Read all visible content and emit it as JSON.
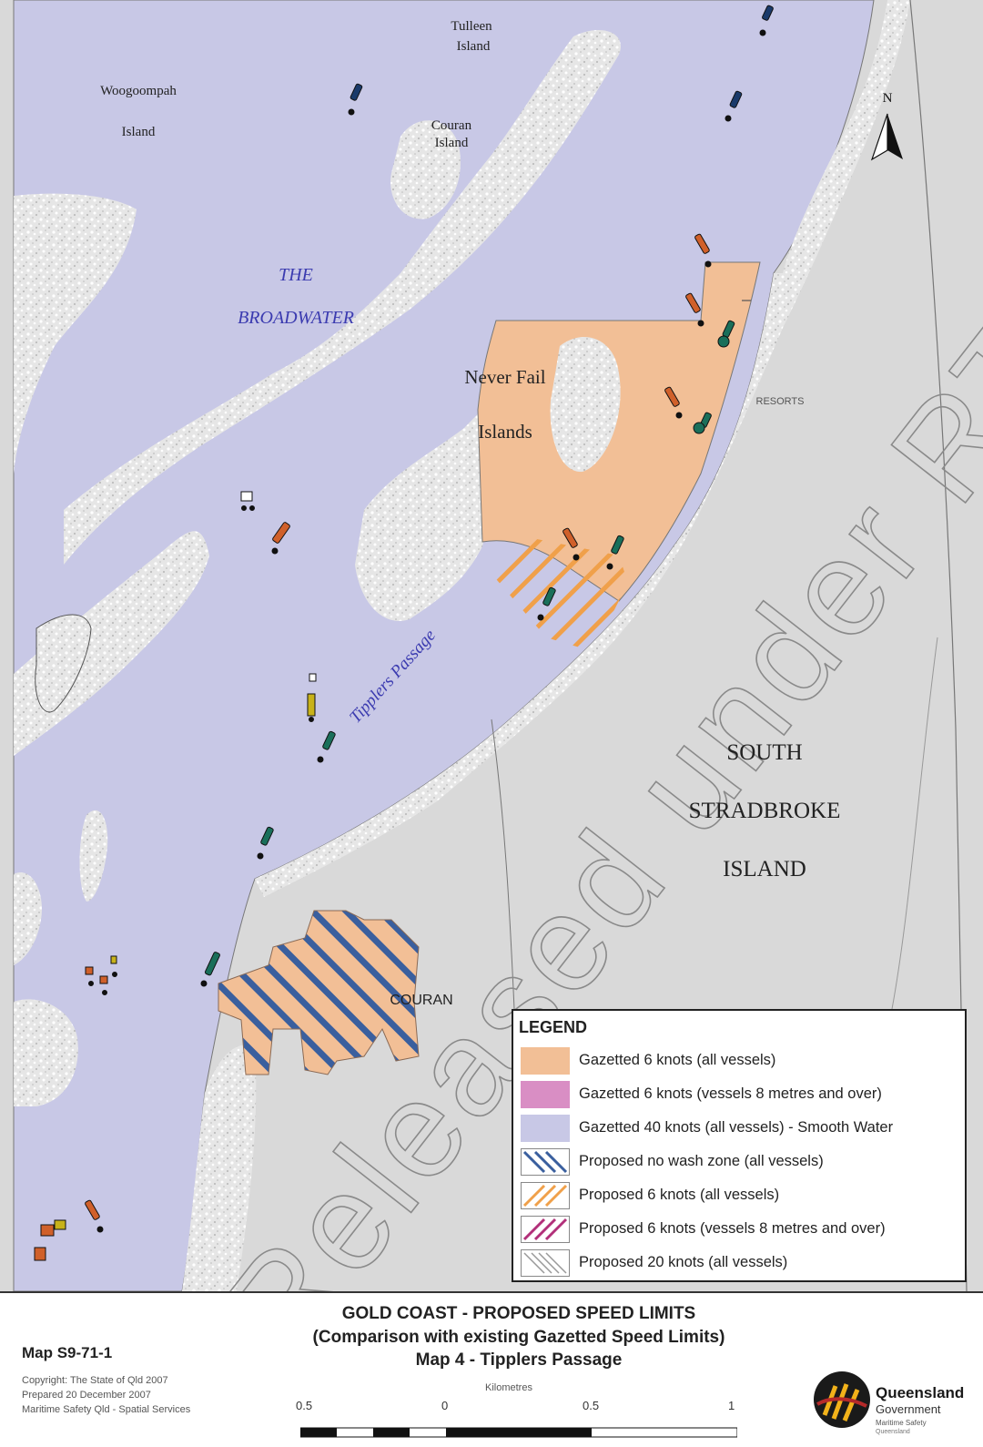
{
  "labels": {
    "tulleen_island": [
      "Tulleen",
      "Island"
    ],
    "woogoompah_island": [
      "Woogoompah",
      "Island"
    ],
    "couran_island": [
      "Couran",
      "Island"
    ],
    "the_broadwater": [
      "THE",
      "BROADWATER"
    ],
    "never_fail_islands": [
      "Never Fail",
      "Islands"
    ],
    "resorts": "RESORTS",
    "tipplers_passage": "Tipplers Passage",
    "south_stradbroke_island": [
      "SOUTH",
      "STRADBROKE",
      "ISLAND"
    ],
    "couran": "COURAN",
    "north": "N",
    "watermark": "Released under RTI - DTMR"
  },
  "legend": {
    "title": "LEGEND",
    "items": [
      {
        "label": "Gazetted 6 knots (all vessels)",
        "swatch": "fill-orange"
      },
      {
        "label": "Gazetted 6 knots (vessels 8 metres and over)",
        "swatch": "fill-pink"
      },
      {
        "label": "Gazetted 40 knots (all vessels) - Smooth Water",
        "swatch": "fill-lavender"
      },
      {
        "label": "Proposed no wash zone (all vessels)",
        "swatch": "hatch-blue"
      },
      {
        "label": "Proposed 6 knots (all vessels)",
        "swatch": "hatch-orange"
      },
      {
        "label": "Proposed 6 knots (vessels 8 metres and over)",
        "swatch": "hatch-magenta"
      },
      {
        "label": "Proposed 20 knots (all vessels)",
        "swatch": "hatch-grey"
      }
    ]
  },
  "footer": {
    "map_number": "Map S9-71-1",
    "credits": [
      "Copyright: The State of Qld 2007",
      "Prepared 20 December 2007",
      "Maritime Safety Qld - Spatial Services"
    ],
    "title_lines": [
      "GOLD COAST - PROPOSED SPEED LIMITS",
      "(Comparison with existing Gazetted Speed Limits)",
      "Map 4 - Tipplers Passage"
    ],
    "scale_title": "Kilometres",
    "scale_ticks": [
      "0.5",
      "0",
      "0.5",
      "1"
    ],
    "logo": {
      "line1": "Queensland",
      "line2": "Government",
      "line3": "Maritime Safety",
      "line4": "Queensland"
    }
  },
  "colors": {
    "water": "#c8c8e6",
    "land": "#d9d9d9",
    "sand": "#e2e2e2",
    "zone_orange": "#f2bf96",
    "zone_pink": "#d98ec4",
    "hatch_blue": "#3a5f9e",
    "hatch_orange": "#f0a04a",
    "hatch_magenta": "#b2307a",
    "marker_green": "#1a6f5a",
    "marker_orange": "#d0602a",
    "marker_dark": "#1a3a6a"
  }
}
